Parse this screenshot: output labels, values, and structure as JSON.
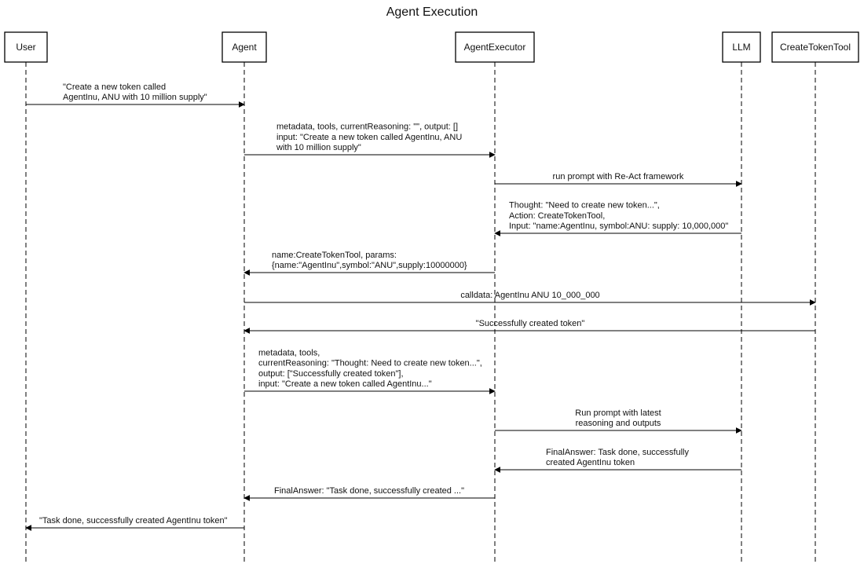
{
  "title": "Agent Execution",
  "participants": [
    {
      "id": "user",
      "label": "User"
    },
    {
      "id": "agent",
      "label": "Agent"
    },
    {
      "id": "executor",
      "label": "AgentExecutor"
    },
    {
      "id": "llm",
      "label": "LLM"
    },
    {
      "id": "tool",
      "label": "CreateTokenTool"
    }
  ],
  "messages": [
    {
      "from": "user",
      "to": "agent",
      "lines": [
        "\"Create a new token called",
        "AgentInu, ANU with 10 million supply\""
      ]
    },
    {
      "from": "agent",
      "to": "executor",
      "lines": [
        "metadata, tools, currentReasoning: \"\", output: []",
        "input: \"Create a new token called AgentInu, ANU",
        "with 10 million supply\""
      ]
    },
    {
      "from": "executor",
      "to": "llm",
      "lines": [
        "run prompt with Re-Act framework"
      ]
    },
    {
      "from": "llm",
      "to": "executor",
      "lines": [
        "Thought: \"Need to create new token...\",",
        "Action: CreateTokenTool,",
        "Input: \"name:AgentInu, symbol:ANU: supply: 10,000,000\""
      ]
    },
    {
      "from": "executor",
      "to": "agent",
      "lines": [
        "name:CreateTokenTool, params:",
        "{name:\"AgentInu\",symbol:\"ANU\",supply:10000000}"
      ]
    },
    {
      "from": "agent",
      "to": "tool",
      "lines": [
        "calldata: AgentInu ANU 10_000_000"
      ]
    },
    {
      "from": "tool",
      "to": "agent",
      "lines": [
        "\"Successfully created token\""
      ]
    },
    {
      "from": "agent",
      "to": "executor",
      "lines": [
        "metadata, tools,",
        "currentReasoning: \"Thought: Need to create new token...\",",
        "output: [\"Successfully created token\"],",
        "input: \"Create a new token called AgentInu...\""
      ]
    },
    {
      "from": "executor",
      "to": "llm",
      "lines": [
        "Run prompt with latest",
        "reasoning and outputs"
      ]
    },
    {
      "from": "llm",
      "to": "executor",
      "lines": [
        "FinalAnswer: Task done, successfully",
        "created AgentInu token"
      ]
    },
    {
      "from": "executor",
      "to": "agent",
      "lines": [
        "FinalAnswer: \"Task done, successfully created ...\""
      ]
    },
    {
      "from": "agent",
      "to": "user",
      "lines": [
        "\"Task done, successfully created AgentInu token\""
      ]
    }
  ]
}
